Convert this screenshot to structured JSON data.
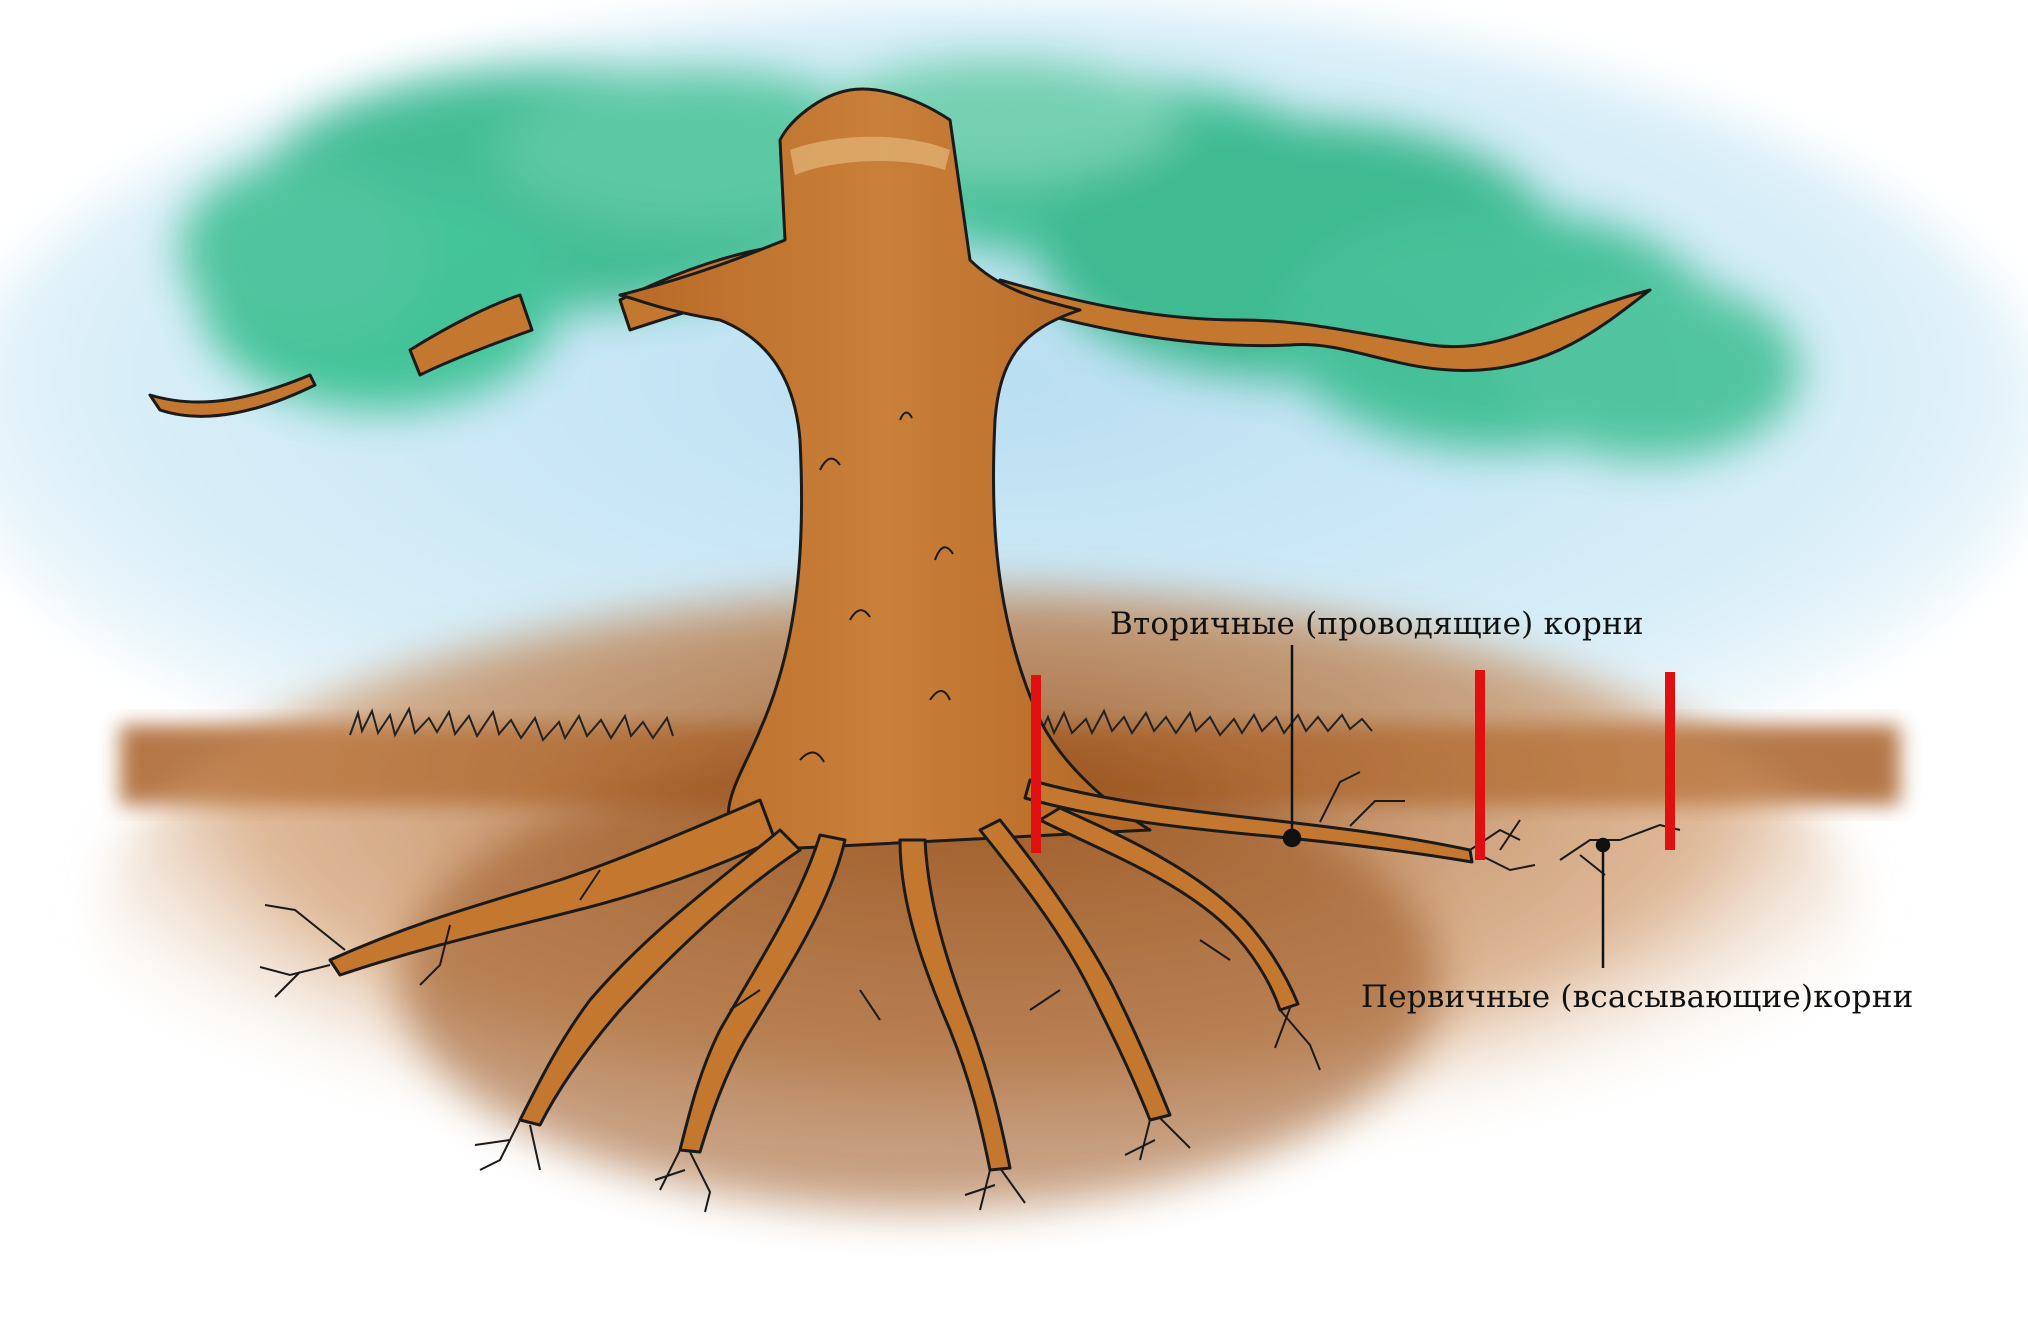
{
  "labels": {
    "secondary_roots": "Вторичные (проводящие)  корни",
    "primary_roots": "Первичные (всасывающие)корни"
  },
  "colors": {
    "sky": "#c9e6f5",
    "foliage": "#3fbf95",
    "wood": "#c67a2e",
    "soil": "#a8612a",
    "outline": "#111111",
    "marker": "#e01010"
  },
  "icons": {
    "tree": "tree-illustration",
    "marker": "red-vertical-bar",
    "pointer": "leader-line-with-dot"
  }
}
